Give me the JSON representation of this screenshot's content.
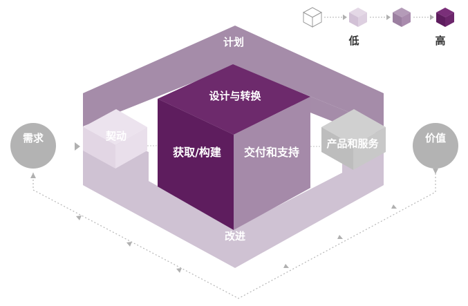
{
  "diagram": {
    "ring_top_label": "计划",
    "ring_bottom_label": "改进",
    "center_cube": {
      "top": "设计与转换",
      "left": "获取/构建",
      "right": "交付和支持"
    },
    "left_cube_label": "契动",
    "right_cube_label": "产品和服务",
    "input_label": "需求",
    "output_label": "价值"
  },
  "legend": {
    "low_label": "低",
    "high_label": "高",
    "levels": [
      "#ffffff",
      "#d8c6dc",
      "#a98bad",
      "#5e1d5e"
    ]
  },
  "colors": {
    "ring_top": "#a58ca9",
    "ring_side": "#cfc2d3",
    "center_top": "#6d2a6c",
    "center_left": "#5e1d5e",
    "center_right": "#a58aa9",
    "left_cube": "#e2d6e4",
    "right_cube": "#bdbdbd",
    "circle": "#b3b3b3"
  }
}
